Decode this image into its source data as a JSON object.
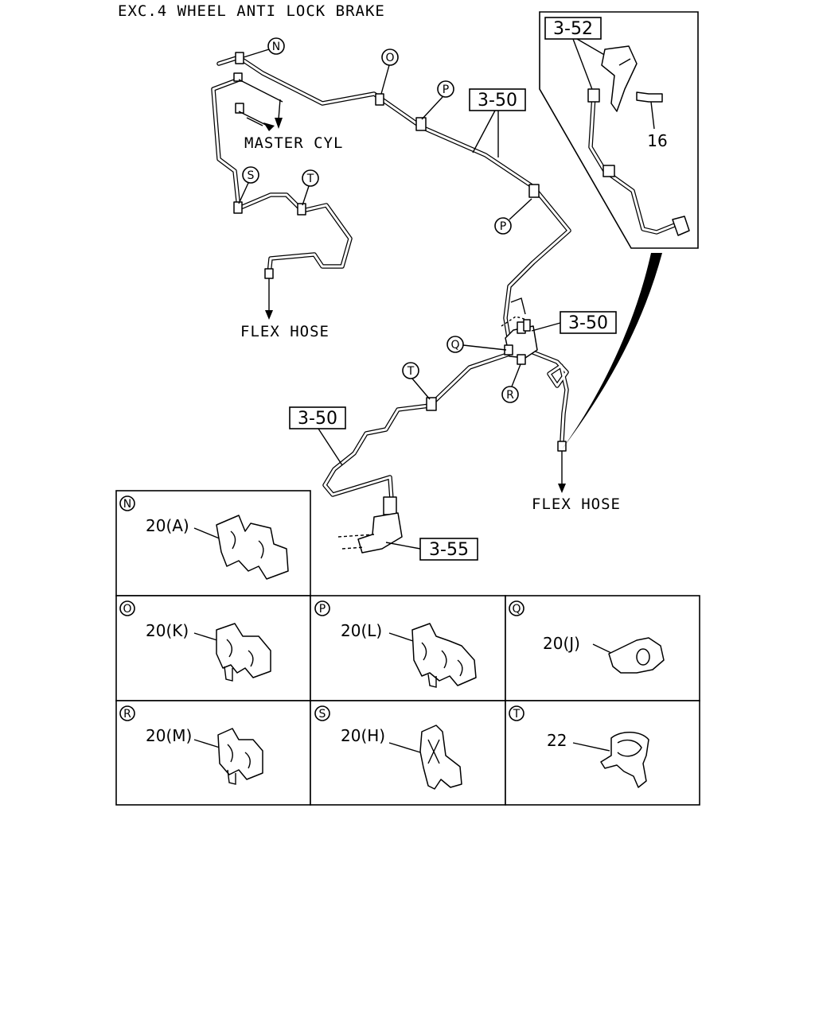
{
  "title": "EXC.4 WHEEL ANTI LOCK BRAKE",
  "labels": {
    "master_cyl": "MASTER CYL",
    "flex_hose_left": "FLEX HOSE",
    "flex_hose_right": "FLEX HOSE"
  },
  "ref_boxes": {
    "top_right": "3-52",
    "upper_main": "3-50",
    "valve": "3-50",
    "lower_left": "3-50",
    "bracket": "3-55"
  },
  "part_numbers": {
    "bolt": "16"
  },
  "callouts": {
    "N": "N",
    "O": "O",
    "P_top": "P",
    "P_mid": "P",
    "Q": "Q",
    "R": "R",
    "S": "S",
    "T_top": "T",
    "T_mid": "T"
  },
  "detail_panels": {
    "N": {
      "letter": "N",
      "part": "20(A)"
    },
    "O": {
      "letter": "O",
      "part": "20(K)"
    },
    "P": {
      "letter": "P",
      "part": "20(L)"
    },
    "Q": {
      "letter": "Q",
      "part": "20(J)"
    },
    "R": {
      "letter": "R",
      "part": "20(M)"
    },
    "S": {
      "letter": "S",
      "part": "20(H)"
    },
    "T": {
      "letter": "T",
      "part": "22"
    }
  }
}
